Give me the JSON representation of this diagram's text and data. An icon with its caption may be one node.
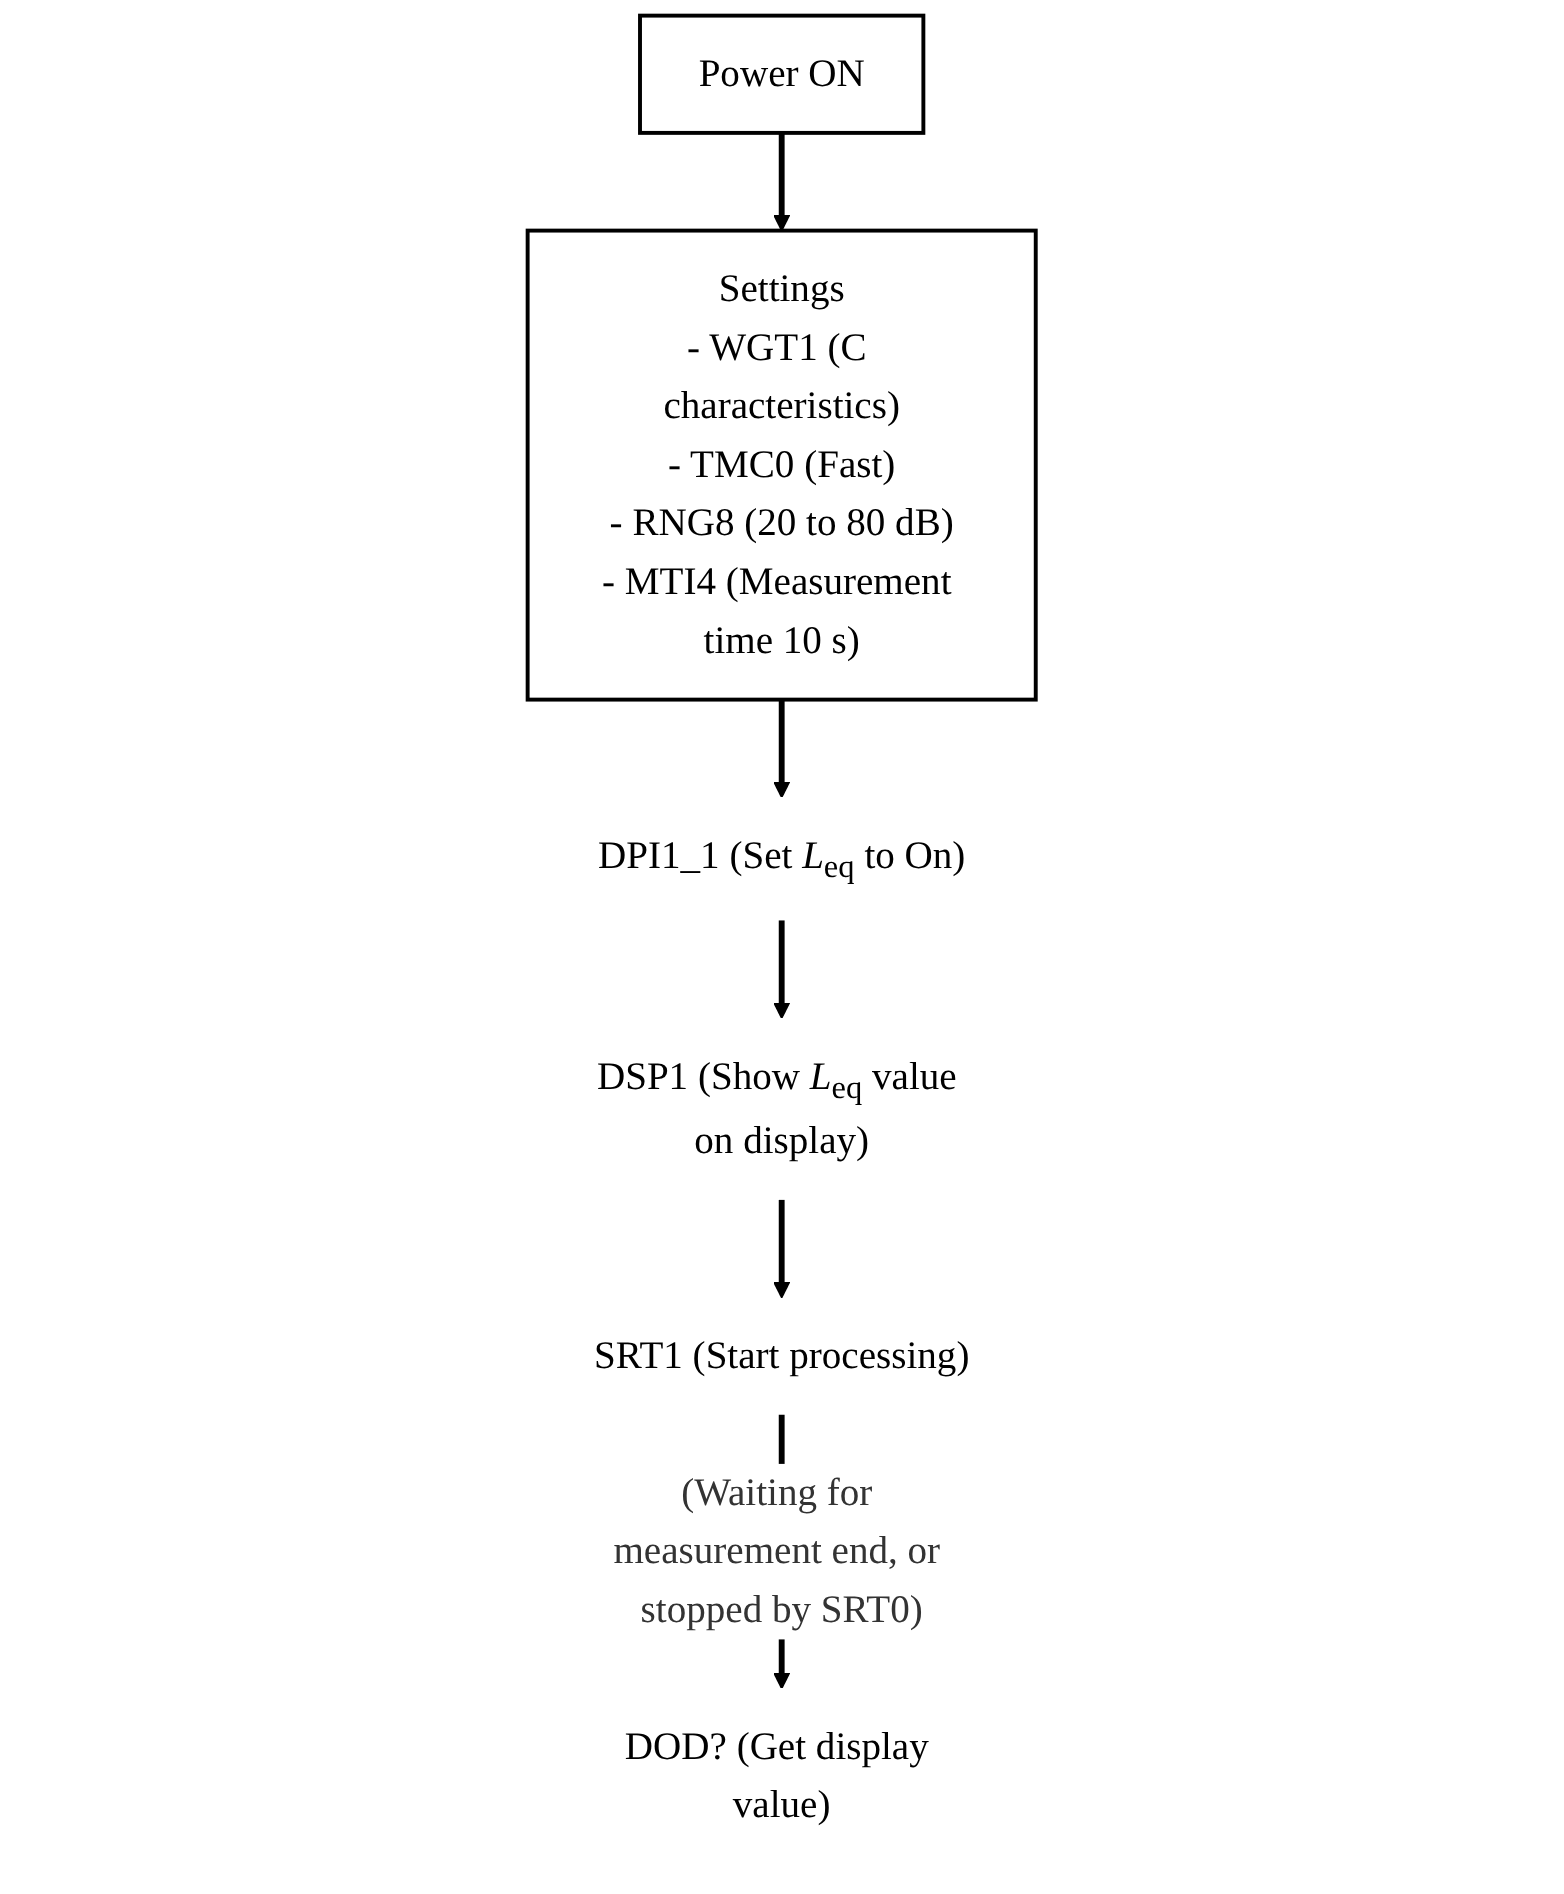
{
  "diagram": {
    "nodes": [
      {
        "text": [
          "Power ON"
        ]
      },
      {
        "text": [
          "Settings",
          "- WGT1 (C characteristics)",
          "- TMC0 (Fast)",
          "- RNG8 (20 to 80 dB)",
          "- MTI4 (Measurement time 10 s)"
        ]
      },
      {
        "text": [
          "DPI1_1 (Set *L*$_{eq}$ to On)"
        ]
      },
      {
        "text": [
          "DSP1 (Show *L*$_{eq}$ value on display)"
        ]
      },
      {
        "text": [
          "SRT1 (Start processing)"
        ]
      },
      {
        "text": [
          "DOD? (Get display value)"
        ]
      }
    ],
    "edges": [
      {
        "from": 0,
        "to": 1,
        "arrow": "to"
      },
      {
        "from": 1,
        "to": 2,
        "arrow": "to"
      },
      {
        "from": 2,
        "to": 3,
        "arrow": "to"
      },
      {
        "from": 3,
        "to": 4,
        "arrow": "to"
      },
      {
        "from": 4,
        "to": 5,
        "arrow": "to",
        "label": "(Waiting for measurement end, or stopped by SRT0)"
      }
    ]
  }
}
